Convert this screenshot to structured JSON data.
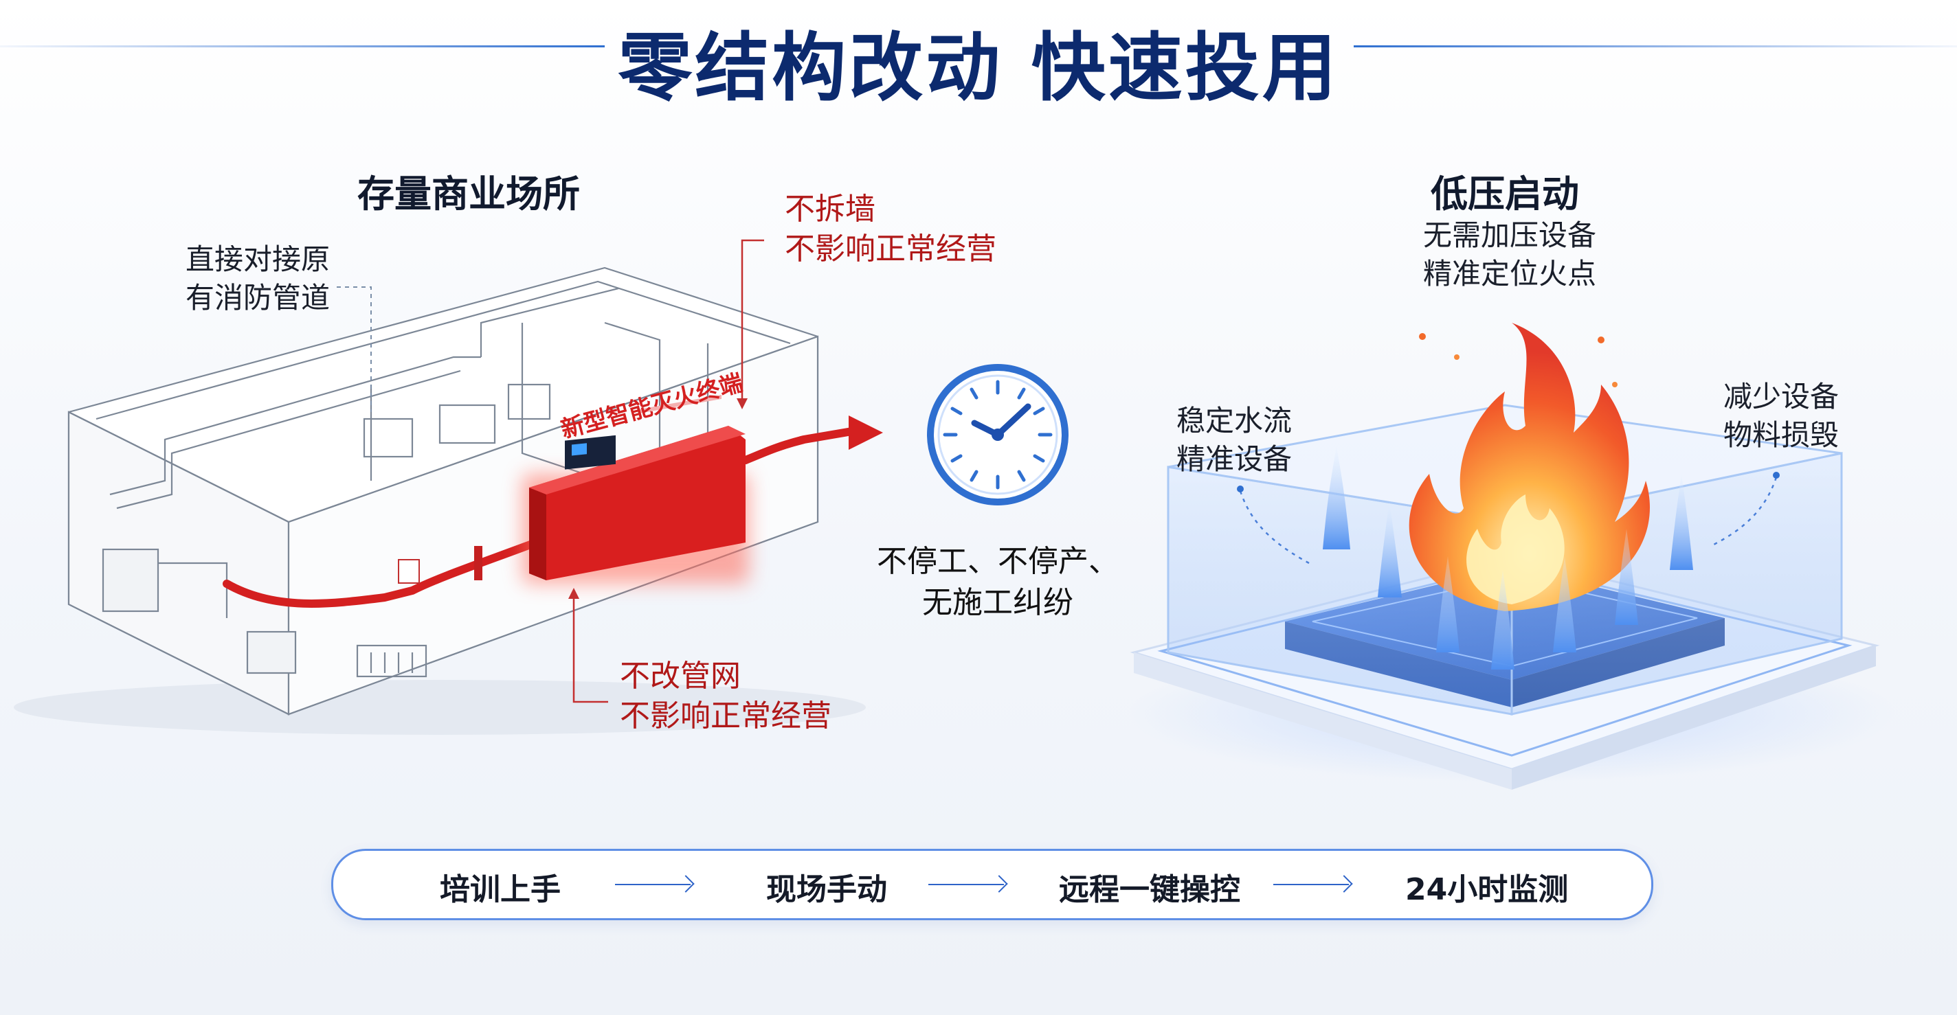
{
  "header": {
    "title": "零结构改动 快速投用"
  },
  "left": {
    "title": "存量商业场所",
    "note_lines": [
      "直接对接原",
      "有消防管道"
    ],
    "device_label": "新型智能灭火终端",
    "top_red_lines": [
      "不拆墙",
      "不影响正常经营"
    ],
    "bottom_red_lines": [
      "不改管网",
      "不影响正常经营"
    ]
  },
  "middle": {
    "lines": [
      "不停工、不停产、",
      "无施工纠纷"
    ]
  },
  "right": {
    "title": "低压启动",
    "sub_lines": [
      "无需加压设备",
      "精准定位火点"
    ],
    "left_lines": [
      "稳定水流",
      "精准设备"
    ],
    "right_lines": [
      "减少设备",
      "物料损毁"
    ]
  },
  "flow": {
    "steps": [
      "培训上手",
      "现场手动",
      "远程一键操控",
      "24小时监测"
    ]
  },
  "colors": {
    "accent_blue": "#2f6fd0",
    "alert_red": "#d42020",
    "title_navy": "#0c2a6e"
  },
  "icons": [
    "clock-icon",
    "flame-icon",
    "arrow-right-icon"
  ]
}
